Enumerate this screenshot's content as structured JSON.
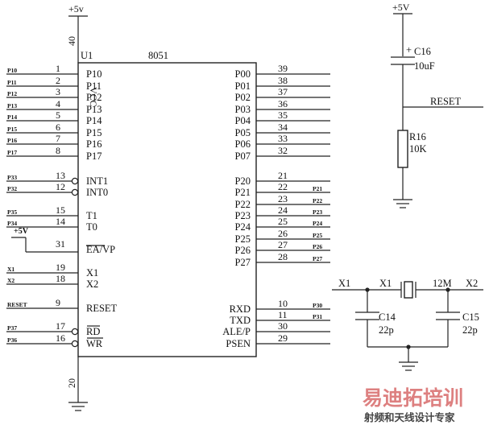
{
  "chip": {
    "ref": "U1",
    "part": "8051",
    "vcc_label": "VCC",
    "vcc_pin": "40",
    "gnd_pin": "20",
    "supply": "+5v",
    "left_pins": [
      {
        "num": "1",
        "name": "P10",
        "net": "P10"
      },
      {
        "num": "2",
        "name": "P11",
        "net": "P11"
      },
      {
        "num": "3",
        "name": "P12",
        "net": "P12"
      },
      {
        "num": "4",
        "name": "P13",
        "net": "P13"
      },
      {
        "num": "5",
        "name": "P14",
        "net": "P14"
      },
      {
        "num": "6",
        "name": "P15",
        "net": "P15"
      },
      {
        "num": "7",
        "name": "P16",
        "net": "P16"
      },
      {
        "num": "8",
        "name": "P17",
        "net": "P17"
      },
      {
        "num": "13",
        "name": "INT1",
        "net": "P33"
      },
      {
        "num": "12",
        "name": "INT0",
        "net": "P32"
      },
      {
        "num": "15",
        "name": "T1",
        "net": "P35"
      },
      {
        "num": "14",
        "name": "T0",
        "net": "P34"
      },
      {
        "num": "31",
        "name": "EA/VP",
        "net": "+5V"
      },
      {
        "num": "19",
        "name": "X1",
        "net": "X1"
      },
      {
        "num": "18",
        "name": "X2",
        "net": "X2"
      },
      {
        "num": "9",
        "name": "RESET",
        "net": "RESET"
      },
      {
        "num": "17",
        "name": "RD",
        "net": "P37"
      },
      {
        "num": "16",
        "name": "WR",
        "net": "P36"
      }
    ],
    "right_pins": [
      {
        "num": "39",
        "name": "P00",
        "net": ""
      },
      {
        "num": "38",
        "name": "P01",
        "net": ""
      },
      {
        "num": "37",
        "name": "P02",
        "net": ""
      },
      {
        "num": "36",
        "name": "P03",
        "net": ""
      },
      {
        "num": "35",
        "name": "P04",
        "net": ""
      },
      {
        "num": "34",
        "name": "P05",
        "net": ""
      },
      {
        "num": "33",
        "name": "P06",
        "net": ""
      },
      {
        "num": "32",
        "name": "P07",
        "net": ""
      },
      {
        "num": "21",
        "name": "P20",
        "net": ""
      },
      {
        "num": "22",
        "name": "P21",
        "net": "P21"
      },
      {
        "num": "23",
        "name": "P22",
        "net": "P22"
      },
      {
        "num": "24",
        "name": "P23",
        "net": "P23"
      },
      {
        "num": "25",
        "name": "P24",
        "net": "P24"
      },
      {
        "num": "26",
        "name": "P25",
        "net": "P25"
      },
      {
        "num": "27",
        "name": "P26",
        "net": "P26"
      },
      {
        "num": "28",
        "name": "P27",
        "net": "P27"
      },
      {
        "num": "10",
        "name": "RXD",
        "net": "P30"
      },
      {
        "num": "11",
        "name": "TXD",
        "net": "P31"
      },
      {
        "num": "30",
        "name": "ALE/P",
        "net": ""
      },
      {
        "num": "29",
        "name": "PSEN",
        "net": ""
      }
    ]
  },
  "reset_circuit": {
    "supply": "+5V",
    "cap_ref": "C16",
    "cap_value": "10uF",
    "cap_polarity": "+",
    "net": "RESET",
    "res_ref": "R16",
    "res_value": "10K"
  },
  "crystal": {
    "left_net": "X1",
    "ref": "X1",
    "freq": "12M",
    "right_net": "X2",
    "c_left_ref": "C14",
    "c_left_value": "22p",
    "c_right_ref": "C15",
    "c_right_value": "22p"
  },
  "watermark": {
    "main": "易迪拓培训",
    "sub": "射频和天线设计专家"
  }
}
